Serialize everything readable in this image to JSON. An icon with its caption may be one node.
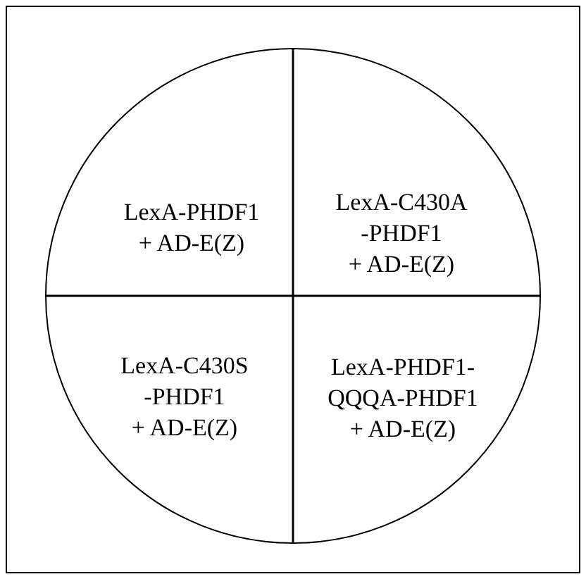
{
  "diagram": {
    "nodes": [
      {
        "text": [],
        "shape": "circle"
      },
      {
        "text": [
          "LexA-PHDF1 + AD-E(Z)"
        ],
        "in": 0
      },
      {
        "text": [
          "LexA-C430A -PHDF1 + AD-E(Z)"
        ],
        "in": 0
      },
      {
        "text": [
          "LexA-C430S -PHDF1 + AD-E(Z)"
        ],
        "in": 0
      },
      {
        "text": [
          "LexA-PHDF1- QQQA-PHDF1 + AD-E(Z)"
        ],
        "in": 0
      }
    ]
  }
}
